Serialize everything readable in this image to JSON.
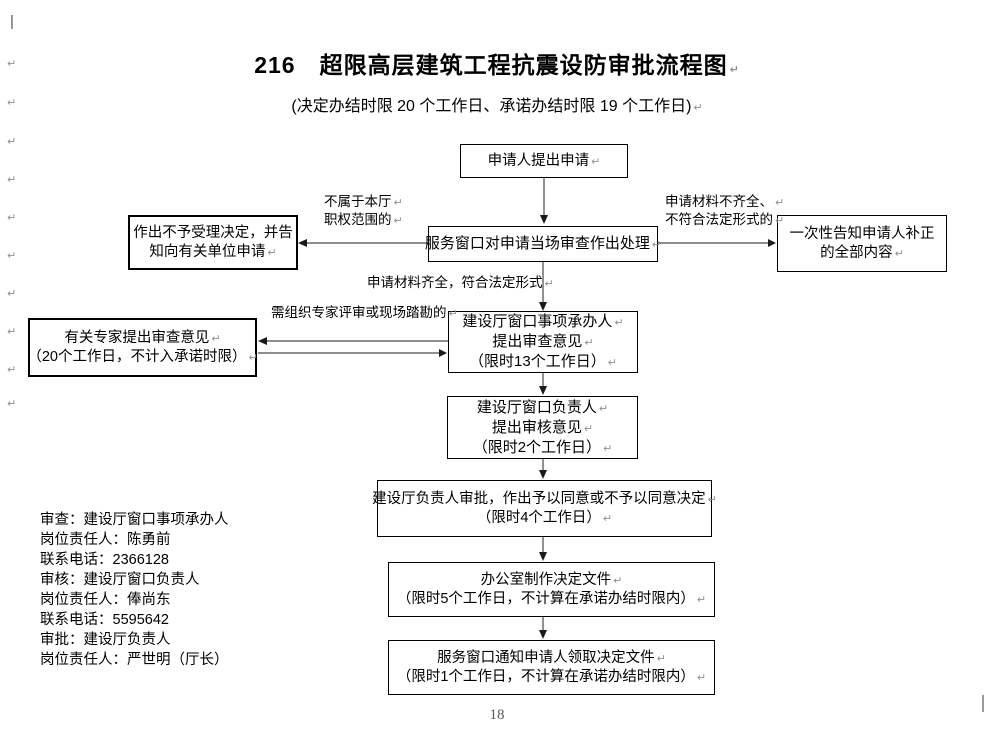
{
  "page": {
    "title": "216　超限高层建筑工程抗震设防审批流程图",
    "subtitle": "(决定办结时限 20 个工作日、承诺办结时限 19 个工作日)",
    "page_number": "18"
  },
  "marks": {
    "return": "↵",
    "caret": "|"
  },
  "flow": {
    "applicant": {
      "lines": [
        "申请人提出申请"
      ]
    },
    "service_window_review": {
      "lines": [
        "服务窗口对申请当场审查作出处理"
      ]
    },
    "reject_decision": {
      "lines": [
        "作出不予受理决定，并告",
        "知向有关单位申请"
      ]
    },
    "notify_correction": {
      "lines": [
        "一次性告知申请人补正",
        "的全部内容"
      ]
    },
    "window_handler": {
      "lines": [
        "建设厅窗口事项承办人",
        "提出审查意见",
        "（限时13个工作日）"
      ]
    },
    "experts": {
      "lines": [
        "有关专家提出审查意见",
        "（20个工作日，不计入承诺时限）"
      ]
    },
    "window_chief": {
      "lines": [
        "建设厅窗口负责人",
        "提出审核意见",
        "（限时2个工作日）"
      ]
    },
    "dept_chief_approval": {
      "lines": [
        "建设厅负责人审批，作出予以同意或不予以同意决定",
        "（限时4个工作日）"
      ]
    },
    "office_document": {
      "lines": [
        "办公室制作决定文件",
        "（限时5个工作日，不计算在承诺办结时限内）"
      ]
    },
    "notify_pickup": {
      "lines": [
        "服务窗口通知申请人领取决定文件",
        "（限时1个工作日，不计算在承诺办结时限内）"
      ]
    }
  },
  "labels": {
    "not_in_jurisdiction": {
      "lines": [
        "不属于本厅",
        "职权范围的"
      ]
    },
    "materials_incomplete": {
      "lines": [
        "申请材料不齐全、",
        "不符合法定形式的"
      ]
    },
    "materials_complete": "申请材料齐全，符合法定形式",
    "expert_review_needed": "需组织专家评审或现场踏勘的"
  },
  "contact_info": {
    "lines": [
      "审查：建设厅窗口事项承办人",
      "岗位责任人：陈勇前",
      "联系电话：2366128",
      "审核：建设厅窗口负责人",
      "岗位责任人：俸尚东",
      "联系电话：5595642",
      "审批：建设厅负责人",
      "岗位责任人：严世明（厅长）"
    ]
  }
}
